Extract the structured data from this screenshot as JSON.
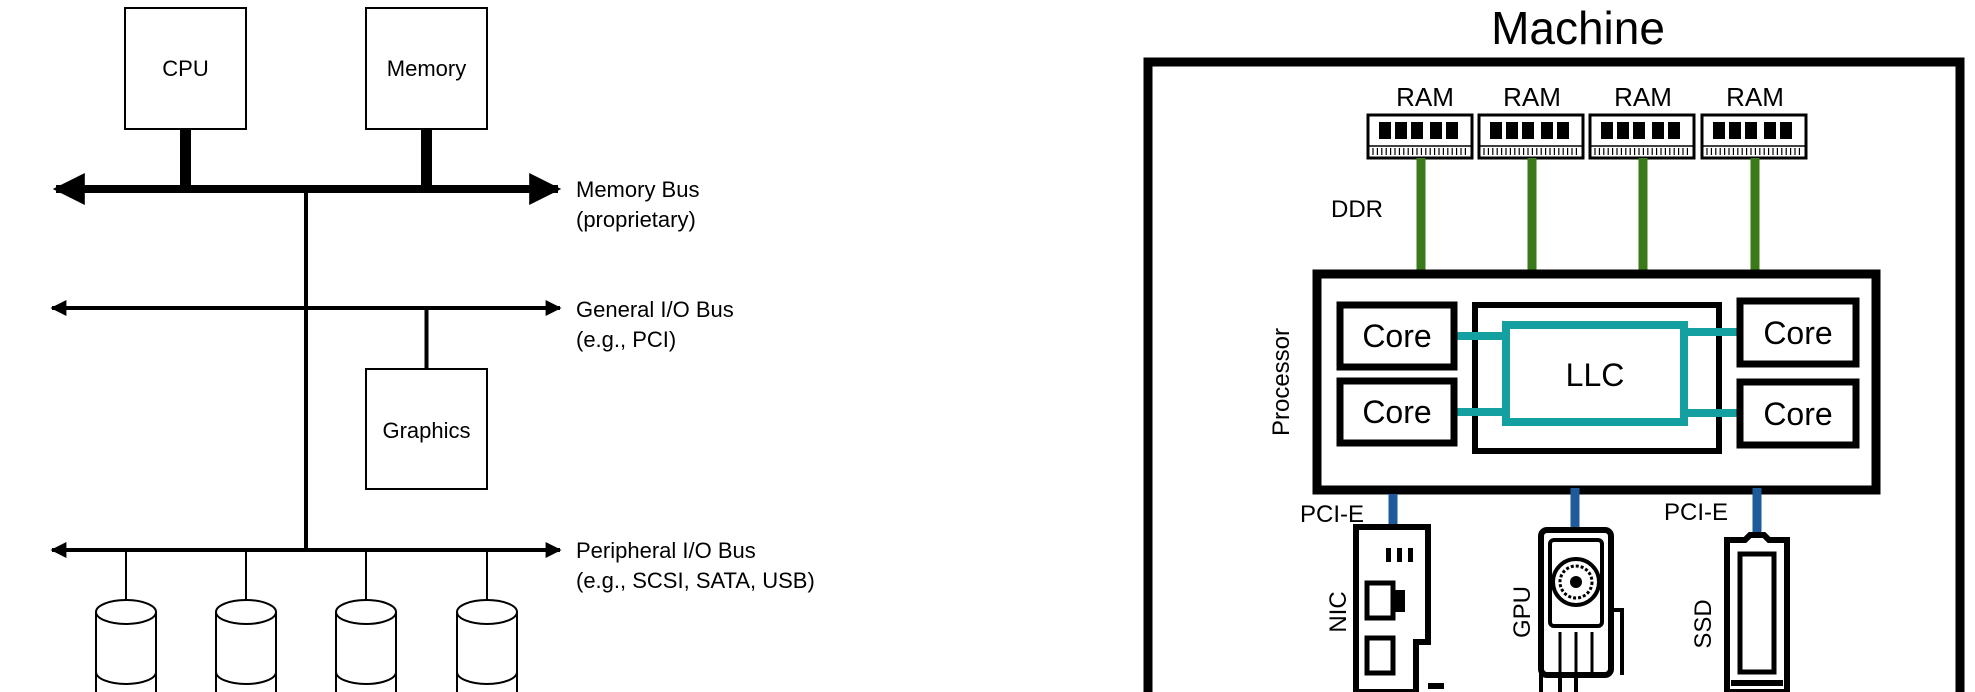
{
  "left_diagram": {
    "cpu_label": "CPU",
    "memory_label": "Memory",
    "graphics_label": "Graphics",
    "memory_bus": {
      "name": "Memory Bus",
      "note": "(proprietary)"
    },
    "general_io_bus": {
      "name": "General I/O Bus",
      "note": "(e.g., PCI)"
    },
    "peripheral_io_bus": {
      "name": "Peripheral I/O Bus",
      "note": "(e.g., SCSI, SATA, USB)"
    }
  },
  "right_diagram": {
    "title": "Machine",
    "ram_labels": [
      "RAM",
      "RAM",
      "RAM",
      "RAM"
    ],
    "ddr_label": "DDR",
    "processor_label": "Processor",
    "core_labels": [
      "Core",
      "Core",
      "Core",
      "Core"
    ],
    "llc_label": "LLC",
    "pcie_left_label": "PCI-E",
    "pcie_right_label": "PCI-E",
    "nic_label": "NIC",
    "gpu_label": "GPU",
    "ssd_label": "SSD"
  },
  "colors": {
    "ddr_link": "#3a7a1a",
    "llc_link": "#14a0a0",
    "pcie_link": "#1f5a9a",
    "line": "#000000"
  }
}
